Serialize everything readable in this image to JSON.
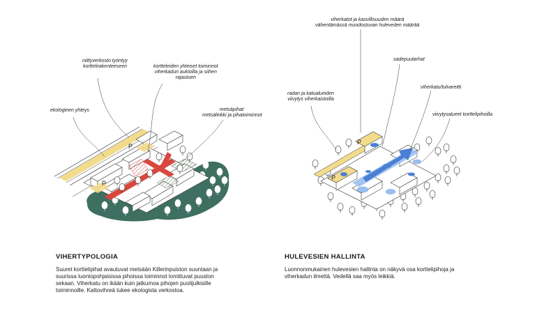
{
  "left_panel": {
    "title": "VIHERTYPOLOGIA",
    "body_lines": [
      "Suuret korttelipihat avautuvat metsään Killerinpuiston suuntaan ja",
      "suurissa luontopohjaisissa pihoissa toiminnot lomittuvat puuston",
      "sekaan. Viherkatu on ikään kuin jatkumoa pihojen puolijulkisille",
      "toiminnoille. Kattovihreä tukee ekologista verkostoa."
    ],
    "labels": {
      "meadow": [
        "niittyverkosto työntyy",
        "korttelirakenteeseen"
      ],
      "shared": [
        "kortteleiden yhteiset toiminnot",
        "viherkadun aukioilla ja siihen",
        "rajautuen"
      ],
      "ecological": [
        "ekologinen yhteys"
      ],
      "forest": [
        "metsäpihat:",
        "metsäleikki ja pihatoiminnot"
      ]
    },
    "parking_letters": [
      "P",
      "P"
    ]
  },
  "right_panel": {
    "title": "HULEVESIEN HALLINTA",
    "body_lines": [
      "Luonnonmukainen hulevesien hallinta on näkyvä osa korttelipihoja ja",
      "viherkadun ilmettä. Vedellä saa myös leikkiä."
    ],
    "labels": {
      "top": [
        "viherkatot ja kasvillisuuden määrä",
        "vähentämässä muodostuvan huleveden määrää"
      ],
      "rain": [
        "sadepuutarhat"
      ],
      "rail": [
        "radan ja katualueiden",
        "viivytys viherkaistoilla"
      ],
      "street": [
        "viherkatu/tulvareitti"
      ],
      "retention": [
        "viivytysalueet korttelipihoilla"
      ]
    },
    "parking_letters": [
      "P",
      "P"
    ]
  },
  "colors": {
    "forest": "#3f6f61",
    "red": "#d9473f",
    "yellow": "#f2dc8c",
    "blue": "#4a7fd4",
    "light_blue": "#9cc0ee"
  }
}
